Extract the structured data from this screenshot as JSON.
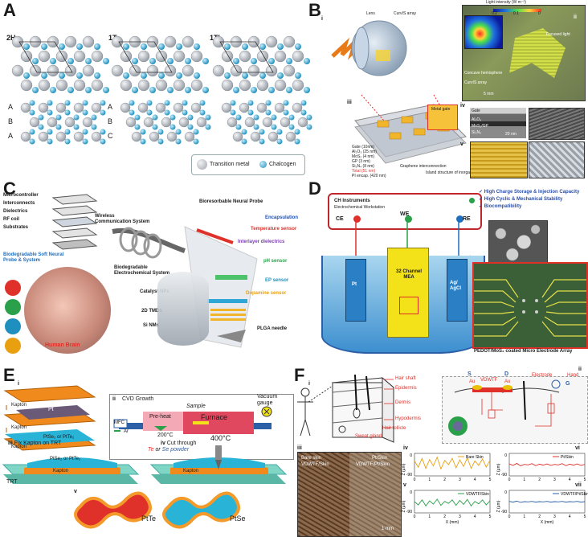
{
  "colors": {
    "metal": "#b9bcc2",
    "chalcogen": "#2ea6d6",
    "kapton": "#f08a1c",
    "pt": "#6a5a78",
    "film": "#29b3d6",
    "trt": "#7fd6c4",
    "red": "#e0302a",
    "green": "#2aa04a",
    "blue": "#2b5fa8",
    "orange": "#e8a010",
    "yellow": "#f3e21a"
  },
  "A": {
    "label": "A",
    "phases": [
      "2H",
      "1T",
      "1T′"
    ],
    "stack_2H": [
      "A",
      "B",
      "A"
    ],
    "stack_1T": [
      "A",
      "B",
      "C"
    ],
    "legend": {
      "metal": "Transition metal",
      "chalcogen": "Chalcogen"
    }
  },
  "B": {
    "label": "B",
    "sub_i": "i",
    "sub_ii": "ii",
    "sub_iii": "iii",
    "sub_iv": "iv",
    "sub_v": "v",
    "lens": "Lens",
    "curvis": "CurvIS array",
    "colorbar_title": "Light intensity (W m⁻²)",
    "cb_min": "0.2",
    "cb_mid": "0.1",
    "cb_max": "0",
    "focused": "Focused light",
    "concave": "Concave hemisphere",
    "curvis2": "CurvIS array",
    "scale": "5 mm",
    "metal_gate": "Metal gate",
    "layers": [
      "Gate (10nm)",
      "Al₂O₃ (25 nm)",
      "MoS₂ (4 nm)",
      "GP (3 nm)",
      "Si₃N₄ (8 nm)",
      "Total (51 nm)",
      "PI encap. (420 nm)"
    ],
    "graphene_int": "Graphene interconnection",
    "island": "Island structure of inorganic layers",
    "tem_gate": "Gate",
    "tem_al": "Al₂O₃",
    "tem_mos": "MoS₂/GP",
    "tem_si": "Si₃N₄",
    "tem_scale": "20 nm"
  },
  "C": {
    "label": "C",
    "stack": [
      "Microcontroller",
      "Interconnects",
      "Dielectrics",
      "RF coil",
      "Substrates"
    ],
    "wireless": "Wireless Communication System",
    "probe_title": "Bioresorbable Neural Probe",
    "encapsulation": "Encapsulation",
    "temp": "Temperature sensor",
    "interlayer": "Interlayer dielectrics",
    "ph": "pH sensor",
    "ep": "EP sensor",
    "dopamine": "Dopamine sensor",
    "biodeg_soft": "Biodegradable Soft Neural Probe & System",
    "biodeg_echem": "Biodegradable Electrochemical System",
    "catalyst": "Catalyst NPs",
    "tmds": "2D TMDs",
    "sinms": "Si NMs",
    "plga": "PLGA needle",
    "human_brain": "Human Brain"
  },
  "D": {
    "label": "D",
    "instrument": "CH Instruments",
    "workstation": "Electrochemical Workstation",
    "ce": "CE",
    "we": "WE",
    "re": "RE",
    "pt": "Pt",
    "mea": "32 Channel MEA",
    "ag": "Ag/ AgCl",
    "checks": [
      "High Charge Storage & Injection Capacity",
      "High Cyclic & Mechanical Stability",
      "Biocompatibility"
    ],
    "caption": "PEDOT/MoS₂ coated Micro Electrode Array"
  },
  "E": {
    "label": "E",
    "sub_i": "i",
    "sub_ii": "ii",
    "sub_iii": "iii",
    "sub_iv": "iv",
    "sub_v": "v",
    "kapton": "Kapton",
    "pt": "Pt",
    "film": "PtSe₂ or PtTe₂",
    "cvd": "CVD Growth",
    "sample": "Sample",
    "furnace": "Furnace",
    "vacuum": "Vacuum gauge",
    "mfc": "MFC",
    "ar": "Ar",
    "preheat": "Pre-heat",
    "t200": "200°C",
    "t400": "400°C",
    "powder_te": "Te",
    "powder_or": "or",
    "powder_se": "Se",
    "powder": "powder",
    "fix": "Fix Kapton on TRT",
    "cut": "Cut through",
    "trt": "TRT",
    "pt_te": "PtTe",
    "pt_se": "PtSe"
  },
  "F": {
    "label": "F",
    "sub_i": "i",
    "sub_ii": "ii",
    "sub_iii": "iii",
    "sub_iv": "iv",
    "sub_v": "v",
    "sub_vi": "vi",
    "sub_vii": "vii",
    "hair_shaft": "Hair shaft",
    "epidermis": "Epidermis",
    "dermis": "Dermis",
    "hypodermis": "Hypodermis",
    "hair_follicle": "Hair follicle",
    "sweat_gland": "Sweat gland",
    "s": "S",
    "d": "D",
    "g": "G",
    "au1": "Au",
    "au2": "Au",
    "vdwtf": "VDWTF",
    "electrode": "Electrode",
    "hand": "Hand",
    "bare_skin": "Bare skin",
    "vdwtf_skin": "VDWTF/Skin",
    "pt_skin": "Pt/Skin",
    "vdwtf_pt_skin": "VDWTF/Pt/Skin",
    "scale": "1 mm",
    "z_label": "Z (μm)",
    "x_label": "X (mm)",
    "y_top": "0",
    "y_bot": "-90",
    "x_ticks": [
      "0",
      "1",
      "2",
      "3",
      "4",
      "5"
    ],
    "legend_iv": "Bare Skin",
    "legend_v": "VDWTF/Skin",
    "legend_vi": "Pt/Skin",
    "legend_vii": "VDWTF/Pt/Skin"
  },
  "chart_data": [
    {
      "type": "line",
      "title": "",
      "xlabel": "X (mm)",
      "ylabel": "Z (μm)",
      "ylim": [
        -90,
        0
      ],
      "xlim": [
        0,
        5
      ],
      "series": [
        {
          "name": "Bare Skin",
          "color": "#e8a010",
          "x": [
            0,
            0.25,
            0.5,
            0.75,
            1,
            1.25,
            1.5,
            1.75,
            2,
            2.25,
            2.5,
            2.75,
            3,
            3.25,
            3.5,
            3.75,
            4,
            4.25,
            4.5,
            4.75,
            5
          ],
          "values": [
            -30,
            -55,
            -20,
            -60,
            -25,
            -50,
            -15,
            -62,
            -28,
            -45,
            -20,
            -58,
            -26,
            -52,
            -18,
            -60,
            -30,
            -48,
            -22,
            -55,
            -28
          ]
        }
      ]
    },
    {
      "type": "line",
      "title": "",
      "xlabel": "X (mm)",
      "ylabel": "Z (μm)",
      "ylim": [
        -90,
        0
      ],
      "xlim": [
        0,
        5
      ],
      "series": [
        {
          "name": "VDWTF/Skin",
          "color": "#2aa04a",
          "x": [
            0,
            0.25,
            0.5,
            0.75,
            1,
            1.25,
            1.5,
            1.75,
            2,
            2.25,
            2.5,
            2.75,
            3,
            3.25,
            3.5,
            3.75,
            4,
            4.25,
            4.5,
            4.75,
            5
          ],
          "values": [
            -45,
            -58,
            -38,
            -62,
            -42,
            -55,
            -35,
            -60,
            -44,
            -52,
            -38,
            -60,
            -40,
            -56,
            -36,
            -62,
            -44,
            -54,
            -38,
            -58,
            -42
          ]
        }
      ]
    },
    {
      "type": "line",
      "title": "",
      "xlabel": "X (mm)",
      "ylabel": "Z (μm)",
      "ylim": [
        -90,
        0
      ],
      "xlim": [
        0,
        5
      ],
      "series": [
        {
          "name": "Pt/Skin",
          "color": "#e0302a",
          "x": [
            0,
            0.25,
            0.5,
            0.75,
            1,
            1.25,
            1.5,
            1.75,
            2,
            2.25,
            2.5,
            2.75,
            3,
            3.25,
            3.5,
            3.75,
            4,
            4.25,
            4.5,
            4.75,
            5
          ],
          "values": [
            -42,
            -48,
            -40,
            -50,
            -44,
            -46,
            -41,
            -49,
            -43,
            -47,
            -42,
            -48,
            -44,
            -46,
            -41,
            -49,
            -43,
            -47,
            -42,
            -48,
            -44
          ]
        }
      ]
    },
    {
      "type": "line",
      "title": "",
      "xlabel": "X (mm)",
      "ylabel": "Z (μm)",
      "ylim": [
        -90,
        0
      ],
      "xlim": [
        0,
        5
      ],
      "series": [
        {
          "name": "VDWTF/Pt/Skin",
          "color": "#2b5fa8",
          "x": [
            0,
            0.25,
            0.5,
            0.75,
            1,
            1.25,
            1.5,
            1.75,
            2,
            2.25,
            2.5,
            2.75,
            3,
            3.25,
            3.5,
            3.75,
            4,
            4.25,
            4.5,
            4.75,
            5
          ],
          "values": [
            -44,
            -47,
            -43,
            -48,
            -45,
            -46,
            -44,
            -47,
            -45,
            -46,
            -44,
            -47,
            -45,
            -46,
            -44,
            -47,
            -45,
            -46,
            -44,
            -47,
            -45
          ]
        }
      ]
    }
  ]
}
